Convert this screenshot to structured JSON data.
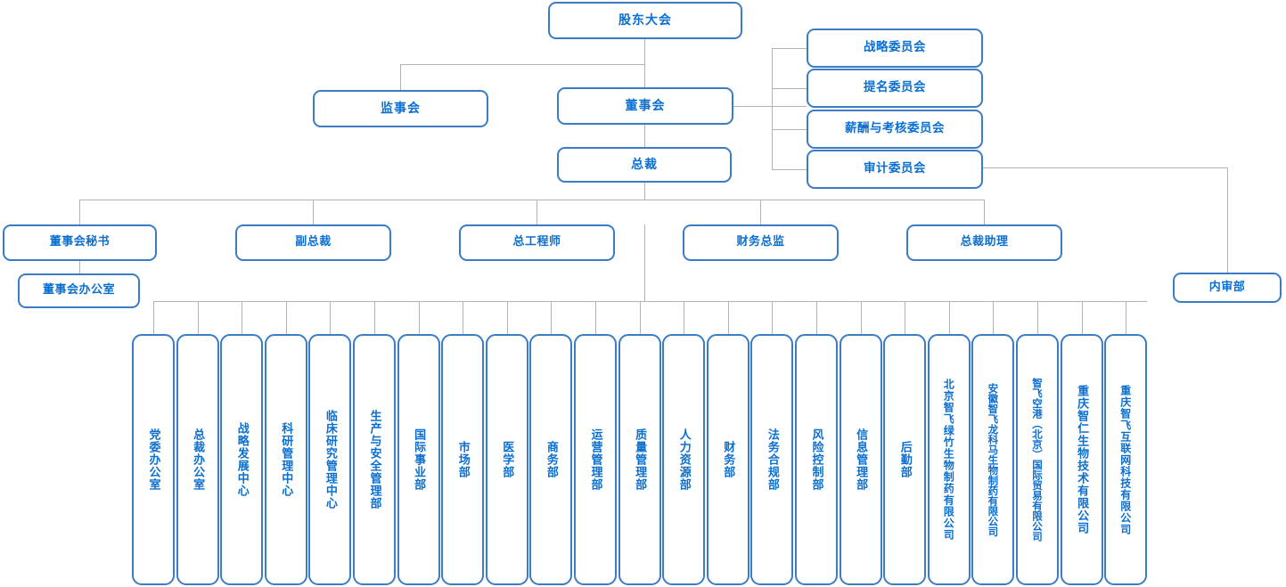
{
  "meta": {
    "title": "组织架构图",
    "colors": {
      "box_border": "#3b7cc4",
      "box_text": "#0b6fd0",
      "connector": "#b6b3ae",
      "background": "#ffffff"
    }
  },
  "top": {
    "shareholders_meeting": "股东大会",
    "supervisory_board": "监事会",
    "board_of_directors": "董事会",
    "president": "总裁"
  },
  "committees": [
    {
      "label": "战略委员会"
    },
    {
      "label": "提名委员会"
    },
    {
      "label": "薪酬与考核委员会"
    },
    {
      "label": "审计委员会"
    }
  ],
  "executives": [
    {
      "label": "董事会秘书"
    },
    {
      "label": "副总裁"
    },
    {
      "label": "总工程师"
    },
    {
      "label": "财务总监"
    },
    {
      "label": "总裁助理"
    }
  ],
  "board_office": "董事会办公室",
  "internal_audit": "内审部",
  "departments": [
    {
      "label": "党委办公室"
    },
    {
      "label": "总裁办公室"
    },
    {
      "label": "战略发展中心"
    },
    {
      "label": "科研管理中心"
    },
    {
      "label": "临床研究管理中心"
    },
    {
      "label": "生产与安全管理部"
    },
    {
      "label": "国际事业部"
    },
    {
      "label": "市场部"
    },
    {
      "label": "医学部"
    },
    {
      "label": "商务部"
    },
    {
      "label": "运营管理部"
    },
    {
      "label": "质量管理部"
    },
    {
      "label": "人力资源部"
    },
    {
      "label": "财务部"
    },
    {
      "label": "法务合规部"
    },
    {
      "label": "风险控制部"
    },
    {
      "label": "信息管理部"
    },
    {
      "label": "后勤部"
    },
    {
      "label": "北京智飞绿竹生物制药有限公司"
    },
    {
      "label": "安徽智飞龙科马生物制药有限公司"
    },
    {
      "label": "智飞空港（北京）国际贸易有限公司"
    },
    {
      "label": "重庆智仁生物技术有限公司"
    },
    {
      "label": "重庆智飞互联网科技有限公司"
    }
  ]
}
